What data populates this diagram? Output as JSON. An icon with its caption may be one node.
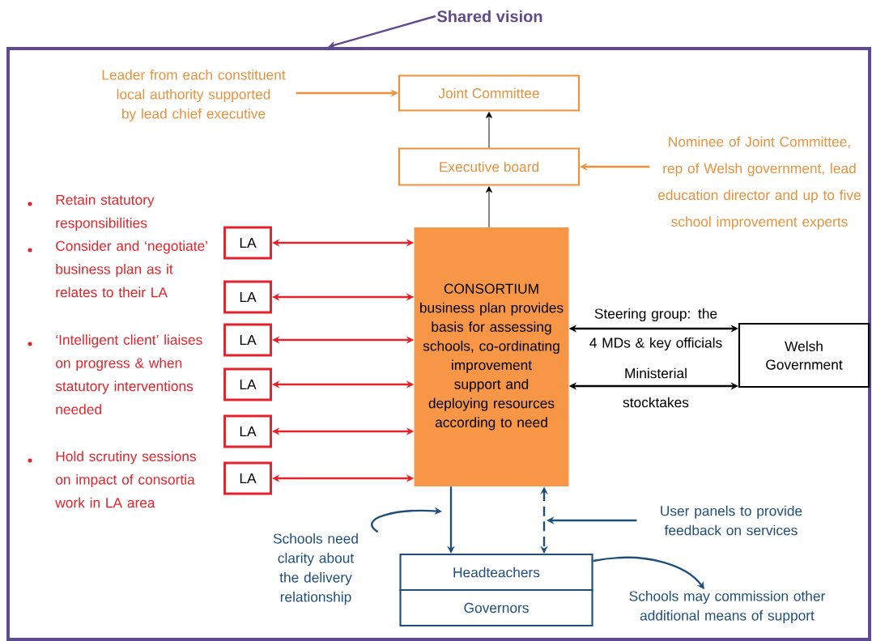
{
  "diagram": {
    "nodes": [
      {
        "text": [
          "Shared vision"
        ]
      },
      {
        "text": [],
        "shape": "box"
      },
      {
        "text": [
          "Leader from each constituent local authority supported by lead chief executive"
        ],
        "in": 1
      },
      {
        "text": [
          "Joint Committee"
        ],
        "in": 1
      },
      {
        "text": [
          "Executive board"
        ],
        "in": 1
      },
      {
        "text": [
          "Nominee of Joint Committee, rep of Welsh government, lead education director and up to five school improvement experts"
        ],
        "in": 1
      },
      {
        "text": [
          "LA"
        ],
        "in": 1
      },
      {
        "text": [
          "LA"
        ],
        "in": 1
      },
      {
        "text": [
          "LA"
        ],
        "in": 1
      },
      {
        "text": [
          "LA"
        ],
        "in": 1
      },
      {
        "text": [
          "LA"
        ],
        "in": 1
      },
      {
        "text": [
          "LA"
        ],
        "in": 1
      },
      {
        "text": [
          "CONSORTIUM business plan provides basis for assessing schools, co-ordinating improvement support and deploying resources according to need"
        ],
        "in": 1
      },
      {
        "text": [
          "Welsh Government"
        ],
        "in": 1
      },
      {
        "text": [
          "Headteachers"
        ],
        "in": 1
      },
      {
        "text": [
          "Governors"
        ],
        "in": 1
      },
      {
        "text": [
          "Schools need clarity about the delivery relationship"
        ],
        "in": 1
      },
      {
        "text": [
          "User panels to provide feedback on services"
        ],
        "in": 1
      },
      {
        "text": [
          "Schools may commission other additional means of support"
        ],
        "in": 1
      }
    ],
    "edges": [
      {
        "from": 0,
        "to": 1,
        "arrow": "to",
        "color": "#5f4b8b"
      },
      {
        "from": 2,
        "to": 3,
        "arrow": "to",
        "color": "#f0913a"
      },
      {
        "from": 4,
        "to": 3,
        "arrow": "to",
        "color": "#000000"
      },
      {
        "from": 12,
        "to": 4,
        "arrow": "to",
        "color": "#000000"
      },
      {
        "from": 5,
        "to": 4,
        "arrow": "to",
        "color": "#f0913a"
      },
      {
        "from": 6,
        "to": 12,
        "arrow": "both"
      },
      {
        "from": 7,
        "to": 12,
        "arrow": "both"
      },
      {
        "from": 8,
        "to": 12,
        "arrow": "both"
      },
      {
        "from": 9,
        "to": 12,
        "arrow": "both"
      },
      {
        "from": 10,
        "to": 12,
        "arrow": "both"
      },
      {
        "from": 11,
        "to": 12,
        "arrow": "both"
      },
      {
        "from": 12,
        "to": 13,
        "arrow": "both",
        "label": "Steering group: the 4 MDs & key officials",
        "color": "#000000"
      },
      {
        "from": 12,
        "to": 13,
        "arrow": "both",
        "label": "Ministerial stocktakes",
        "color": "#000000"
      },
      {
        "from": 12,
        "to": 14,
        "arrow": "to",
        "color": "#1f4e79"
      },
      {
        "from": 12,
        "to": 14,
        "arrow": "both",
        "style": "dashed",
        "color": "#1f4e79"
      },
      {
        "from": 16,
        "to": null,
        "arrow": "to",
        "color": "#1f4e79"
      },
      {
        "from": 17,
        "to": null,
        "arrow": "to",
        "color": "#1f4e79"
      },
      {
        "from": 14,
        "to": 18,
        "arrow": "to",
        "color": "#1f4e79"
      }
    ],
    "labels": [
      "Retain statutory responsibilities",
      "Consider and ‘negotiate’ business plan as it relates to their LA",
      "‘Intelligent client’ liaises on progress & when statutory interventions needed",
      "Hold scrutiny sessions on impact of consortia work in LA area"
    ]
  }
}
